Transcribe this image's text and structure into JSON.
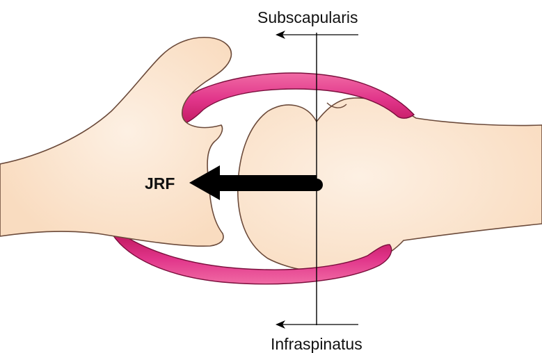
{
  "labels": {
    "top_muscle": "Subscapularis",
    "bottom_muscle": "Infraspinatus",
    "force": "JRF"
  },
  "colors": {
    "bone_fill": "#f9dcc0",
    "bone_highlight": "#fdf0e3",
    "bone_outline": "#6b4a3a",
    "muscle_fill": "#d81f6e",
    "muscle_highlight": "#f06aa4",
    "muscle_outline": "#7a0f3c",
    "arrow": "#000000"
  }
}
